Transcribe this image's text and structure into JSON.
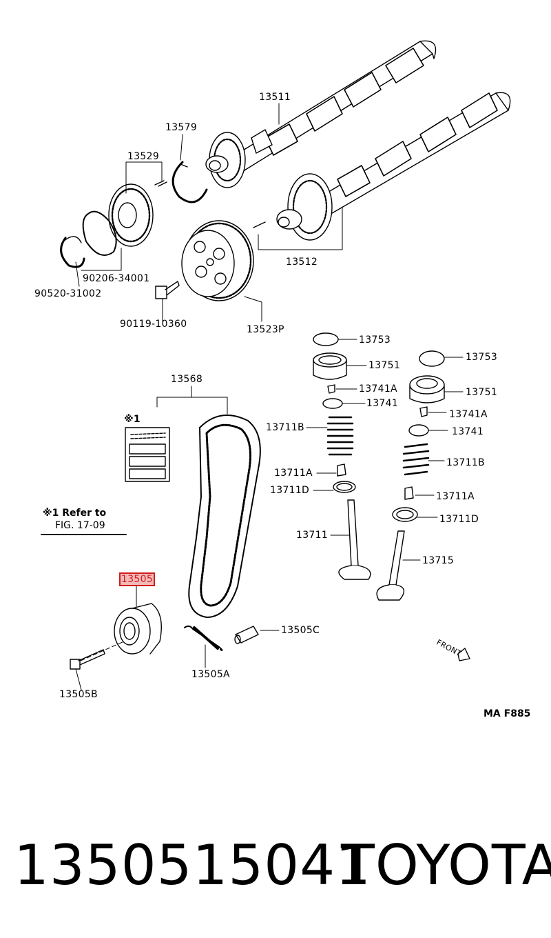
{
  "labels": {
    "l13511": "13511",
    "l13579": "13579",
    "l13529": "13529",
    "l13512": "13512",
    "l90206": "90206-34001",
    "l90520": "90520-31002",
    "l90119": "90119-10360",
    "l13523P": "13523P",
    "l13568": "13568",
    "l13753a": "13753",
    "l13751a": "13751",
    "l13741Aa": "13741A",
    "l13741a": "13741",
    "l13711Ba": "13711B",
    "l13711Aa": "13711A",
    "l13711Da": "13711D",
    "l13711": "13711",
    "l13753b": "13753",
    "l13751b": "13751",
    "l13741Ab": "13741A",
    "l13741b": "13741",
    "l13711Bb": "13711B",
    "l13711Ab": "13711A",
    "l13711Db": "13711D",
    "l13715": "13715",
    "l13505": "13505",
    "l13505C": "13505C",
    "l13505A": "13505A",
    "l13505B": "13505B",
    "mark1": "※1",
    "front": "FRONT"
  },
  "note": {
    "line1": "※1 Refer to",
    "line2": "FIG. 17-09"
  },
  "figure_code": "MA F885",
  "part_number": "1350515041",
  "brand": "TOYOTA",
  "highlight_color": "#d21c1c"
}
